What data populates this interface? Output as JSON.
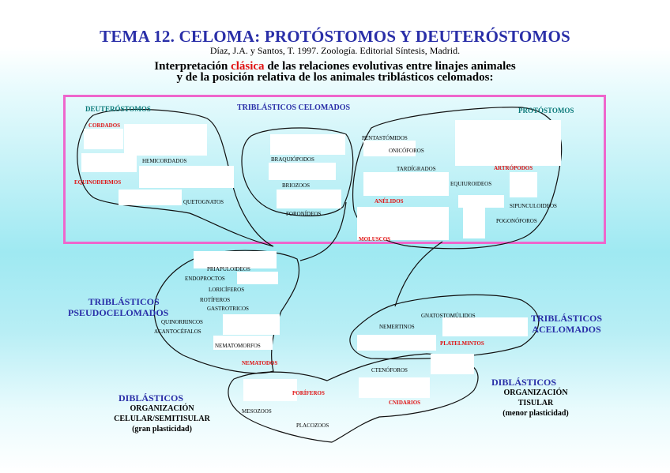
{
  "header": {
    "title": "TEMA 12. CELOMA: PROTÓSTOMOS Y DEUTERÓSTOMOS",
    "citation": "Díaz, J.A. y Santos, T. 1997. Zoología. Editorial Síntesis, Madrid.",
    "line1_before": "Interpretación ",
    "line1_highlight": "clásica",
    "line1_after": " de las relaciones evolutivas entre linajes animales",
    "line2": "y de la posición relativa de los animales triblásticos celomados:"
  },
  "colors": {
    "title_blue": "#2a2fa8",
    "highlight_red": "#e01010",
    "box_border": "#ee66cc",
    "teal_label": "#0b7a7a"
  },
  "box": {
    "deuterostomos": "DEUTERÓSTOMOS",
    "triblasticos_celomados": "TRIBLÁSTICOS CELOMADOS",
    "protostomos": "PROTÓSTOMOS"
  },
  "taxa": {
    "cordados": "CORDADOS",
    "hemicordados": "HEMICORDADOS",
    "equinodermos": "EQUINODERMOS",
    "quetognatos": "QUETOGNATOS",
    "braquiopodos": "BRAQUIÓPODOS",
    "briozoos": "BRIOZOOS",
    "foronideos": "FORONÍDEOS",
    "pentastomidos": "PENTASTÓMIDOS",
    "onicoforos": "ONICÓFOROS",
    "tardigrados": "TARDÍGRADOS",
    "artropodos": "ARTRÓPODOS",
    "equiuroideos": "EQUIUROIDEOS",
    "anelidos": "ANÉLIDOS",
    "sipunculoideos": "SIPUNCULOIDEOS",
    "pogonoforos": "POGONÓFOROS",
    "moluscos": "MOLUSCOS",
    "priapuloideos": "PRIAPULOIDEOS",
    "endoproctos": "ENDOPROCTOS",
    "loriciferos": "LORICÍFEROS",
    "rotiferos": "ROTÍFEROS",
    "gastrotricos": "GASTROTRICOS",
    "quinorrincos": "QUINORRINCOS",
    "acantocefalos": "ACANTOCÉFALOS",
    "nematomorfos": "NEMATOMORFOS",
    "nematodos": "NEMATODOS",
    "gnatostomulidos": "GNATOSTOMÚLIDOS",
    "nemertinos": "NEMERTINOS",
    "platelmintos": "PLATELMINTOS",
    "ctenoforos": "CTENÓFOROS",
    "cnidarios": "CNIDARIOS",
    "poriferos": "PORÍFEROS",
    "mesozoos": "MESOZOOS",
    "placozoos": "PLACOZOOS"
  },
  "groups": {
    "pseudocelomados_1": "TRIBLÁSTICOS",
    "pseudocelomados_2": "PSEUDOCELOMADOS",
    "acelomados_1": "TRIBLÁSTICOS",
    "acelomados_2": "ACELOMADOS",
    "diblasticos_left": "DIBLÁSTICOS",
    "celular_1": "ORGANIZACIÓN",
    "celular_2": "CELULAR/SEMITISULAR",
    "celular_3": "(gran plasticidad)",
    "diblasticos_right": "DIBLÁSTICOS",
    "tisular_1": "ORGANIZACIÓN",
    "tisular_2": "TISULAR",
    "tisular_3": "(menor plasticidad)"
  }
}
